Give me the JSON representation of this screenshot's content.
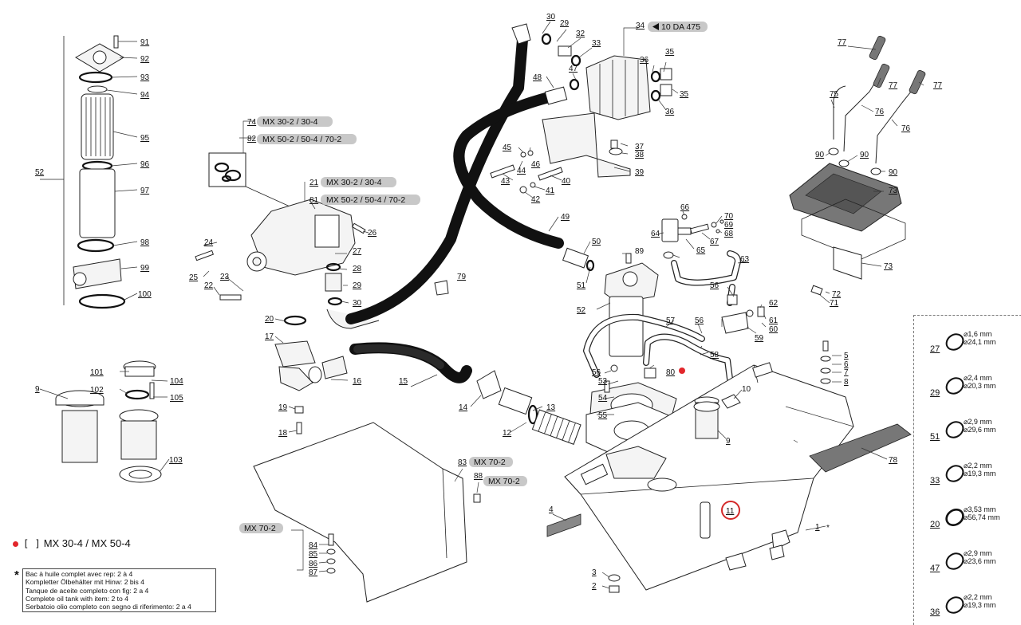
{
  "callouts": [
    "91",
    "92",
    "93",
    "94",
    "95",
    "96",
    "97",
    "52",
    "98",
    "99",
    "100",
    "9",
    "101",
    "102",
    "103",
    "104",
    "105",
    "74",
    "82",
    "21",
    "81",
    "24",
    "25",
    "22",
    "23",
    "26",
    "27",
    "28",
    "29",
    "30",
    "20",
    "17",
    "16",
    "19",
    "18",
    "15",
    "14",
    "13",
    "12",
    "29",
    "30",
    "32",
    "33",
    "34",
    "35",
    "36",
    "35",
    "36",
    "47",
    "48",
    "45",
    "46",
    "44",
    "43",
    "40",
    "41",
    "42",
    "37",
    "38",
    "39",
    "49",
    "50",
    "89",
    "51",
    "52",
    "79",
    "57",
    "56",
    "56",
    "58",
    "59",
    "60",
    "61",
    "62",
    "63",
    "64",
    "65",
    "66",
    "67",
    "68",
    "69",
    "70",
    "53",
    "54",
    "55",
    "56",
    "80",
    "10",
    "9",
    "11",
    "1",
    "4",
    "3",
    "2",
    "83",
    "88",
    "84",
    "85",
    "86",
    "87",
    "5",
    "6",
    "7",
    "8",
    "78",
    "71",
    "72",
    "73",
    "73",
    "90",
    "90",
    "90",
    "75",
    "76",
    "76",
    "77",
    "77",
    "77"
  ],
  "model_tags": {
    "mx30_2_30_4": "MX 30-2 / 30-4",
    "mx50_2_50_4_70_2": "MX 50-2 / 50-4 / 70-2",
    "mx70_2": "MX 70-2",
    "da475": "10 DA 475"
  },
  "legend": {
    "red_dot_label": "MX 30-4 / MX 50-4",
    "bracket_glyph": "[ ]",
    "star": "*",
    "red_color": "#e2262b"
  },
  "tank_note": [
    "Bac à huile complet avec rep: 2 à 4",
    "Kompletter Ölbehälter mit Hinw: 2 bis 4",
    "Tanque de aceite completo con fig: 2 a 4",
    "Complete oil tank with item: 2 to 4",
    "Serbatoio olio completo con segno di riferimento: 2 a 4"
  ],
  "oring_specs": [
    {
      "ref": "27",
      "d1": "⌀1,6 mm",
      "d2": "⌀24,1 mm"
    },
    {
      "ref": "29",
      "d1": "⌀2,4 mm",
      "d2": "⌀20,3 mm"
    },
    {
      "ref": "51",
      "d1": "⌀2,9 mm",
      "d2": "⌀29,6 mm"
    },
    {
      "ref": "33",
      "d1": "⌀2,2 mm",
      "d2": "⌀19,3 mm"
    },
    {
      "ref": "20",
      "d1": "⌀3,53 mm",
      "d2": "⌀56,74 mm"
    },
    {
      "ref": "47",
      "d1": "⌀2,9 mm",
      "d2": "⌀23,6 mm"
    },
    {
      "ref": "36",
      "d1": "⌀2,2 mm",
      "d2": "⌀19,3 mm"
    }
  ],
  "highlight": {
    "ref": "11",
    "color": "#d42a2a"
  }
}
